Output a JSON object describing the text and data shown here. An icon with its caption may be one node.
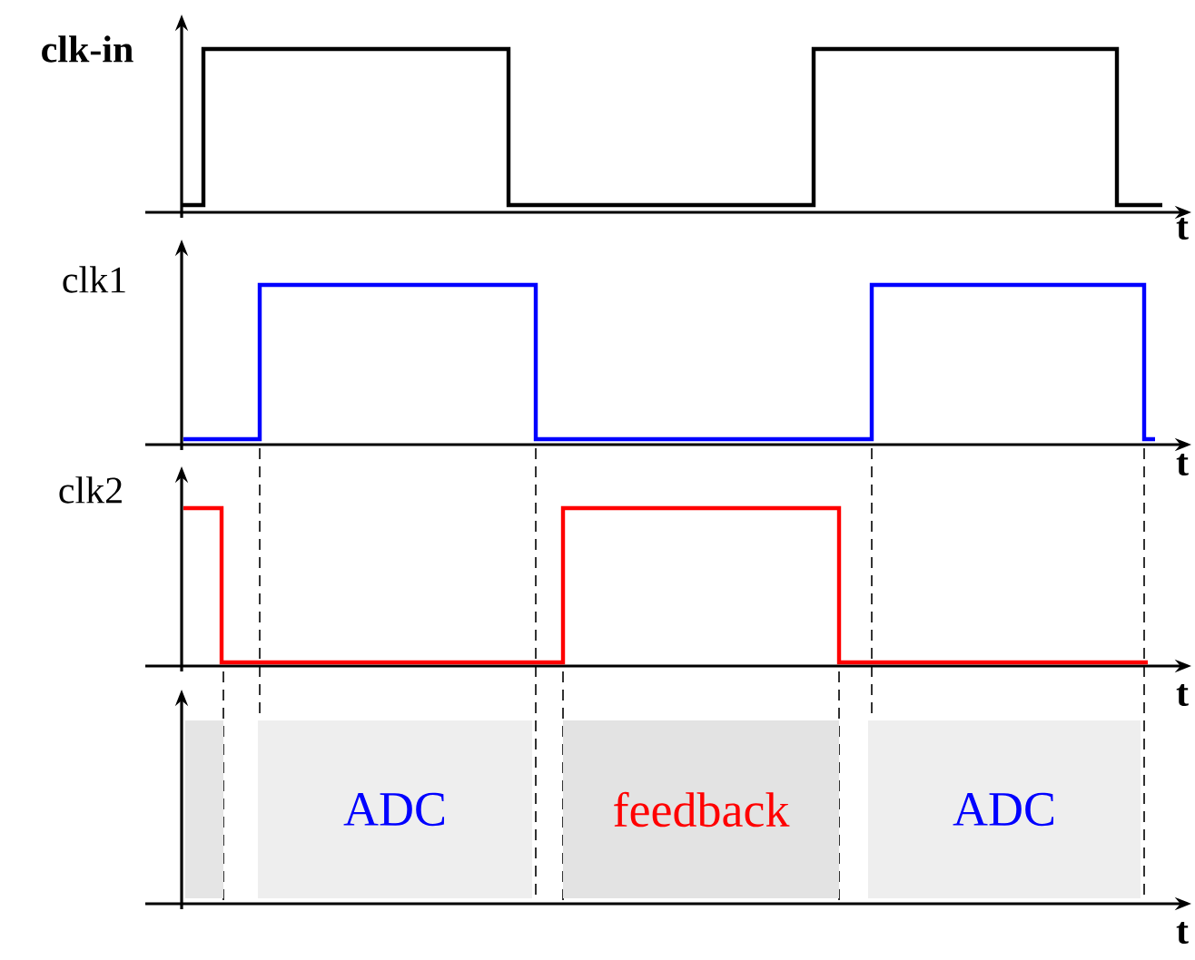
{
  "diagram": {
    "nodes": [
      {
        "text": [],
        "shape": "bar"
      },
      {
        "text": [
          "ADC"
        ]
      },
      {
        "text": [
          "feedback"
        ]
      },
      {
        "text": [
          "ADC"
        ]
      }
    ],
    "labels": [
      "clk-in",
      "t",
      "clk1",
      "t",
      "clk2",
      "t",
      "t"
    ]
  }
}
